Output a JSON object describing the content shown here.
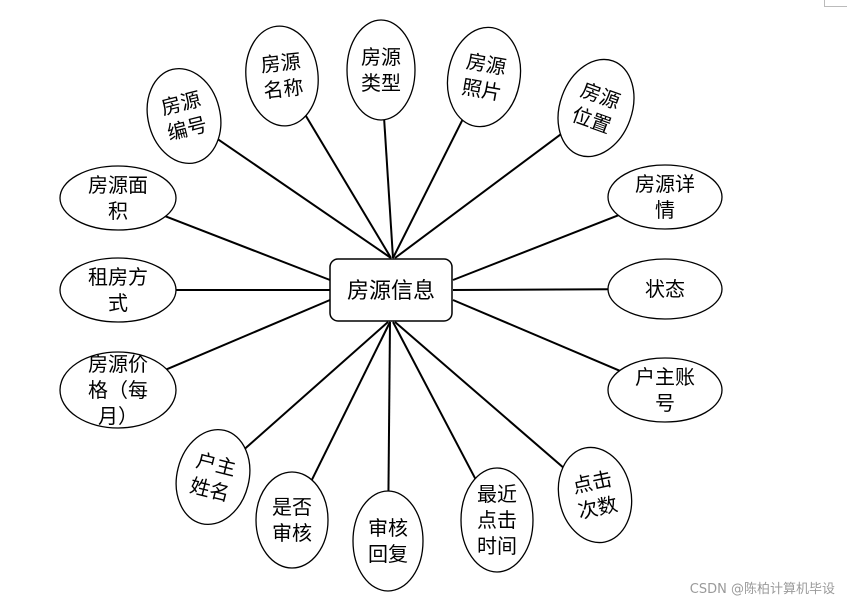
{
  "center": {
    "label": "房源信息"
  },
  "attributes": [
    {
      "id": "fangyuan-bianhao",
      "lines": [
        "房源",
        "编号"
      ]
    },
    {
      "id": "fangyuan-mingcheng",
      "lines": [
        "房源",
        "名称"
      ]
    },
    {
      "id": "fangyuan-leixing",
      "lines": [
        "房源",
        "类型"
      ]
    },
    {
      "id": "fangyuan-zhaopian",
      "lines": [
        "房源",
        "照片"
      ]
    },
    {
      "id": "fangyuan-weizhi",
      "lines": [
        "房源",
        "位置"
      ]
    },
    {
      "id": "fangyuan-xiangqing",
      "lines": [
        "房源详",
        "情"
      ]
    },
    {
      "id": "zhuangtai",
      "lines": [
        "状态"
      ]
    },
    {
      "id": "huzhu-zhanghao",
      "lines": [
        "户主账",
        "号"
      ]
    },
    {
      "id": "dianji-cishu",
      "lines": [
        "点击",
        "次数"
      ]
    },
    {
      "id": "zuijin-dianji-shijian",
      "lines": [
        "最近",
        "点击",
        "时间"
      ]
    },
    {
      "id": "shenhe-huifu",
      "lines": [
        "审核",
        "回复"
      ]
    },
    {
      "id": "shifou-shenhe",
      "lines": [
        "是否",
        "审核"
      ]
    },
    {
      "id": "huzhu-xingming",
      "lines": [
        "户主",
        "姓名"
      ]
    },
    {
      "id": "fangyuan-jiage",
      "lines": [
        "房源价",
        "格（每",
        "月）"
      ]
    },
    {
      "id": "zufang-fangshi",
      "lines": [
        "租房方",
        "式"
      ]
    },
    {
      "id": "fangyuan-mianji",
      "lines": [
        "房源面",
        "积"
      ]
    }
  ],
  "watermark": "CSDN @陈柏计算机毕设"
}
